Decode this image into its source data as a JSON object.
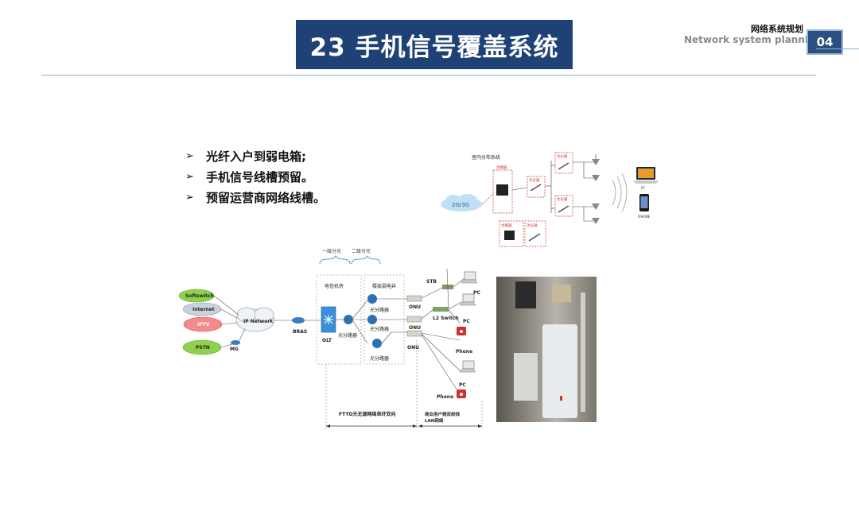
{
  "header": {
    "title": "23 手机信号覆盖系统",
    "section_cn": "网络系统规划",
    "section_en": "Network system planning",
    "page_number": "04"
  },
  "bullets": [
    {
      "marker": "➢",
      "text": "光纤入户到弱电箱;"
    },
    {
      "marker": "➢",
      "text": "手机信号线槽预留。"
    },
    {
      "marker": "➢",
      "text": "预留运营商网络线槽。"
    }
  ],
  "indoor_diagram": {
    "title": "室内分布系统",
    "cloud_label": "2G/3G",
    "repeater_label": "合路器",
    "splitter_labels": [
      "功分器",
      "功分器",
      "功分器",
      "功分器",
      "合路器",
      "功分器"
    ],
    "device_labels": [
      "PC",
      "IPHONE"
    ]
  },
  "network_diagram": {
    "level_labels": [
      "一级分光",
      "二级分光"
    ],
    "room_labels": [
      "电信机房",
      "楼层弱电井"
    ],
    "sources": [
      "Softswitch",
      "Internet",
      "IPTV",
      "PSTN"
    ],
    "ip_network": "IP Network",
    "bras": "BRAS",
    "mg": "MG",
    "olt": "OLT",
    "splitter": "光分路器",
    "splitters_right": [
      "光分路器",
      "光分路器",
      "光分路器"
    ],
    "onu_labels": [
      "ONU",
      "ONU",
      "ONU"
    ],
    "stb": "STB",
    "l2_switch": "L2 Switch",
    "pc_labels": [
      "PC",
      "PC",
      "PC"
    ],
    "phone_labels": [
      "Phone",
      "Phone"
    ],
    "bottom_left": "FTTO光无源网络单纤双向",
    "bottom_right_1": "商业用户侧双绞线",
    "bottom_right_2": "LAN网络"
  },
  "colors": {
    "title_bg": "#1e4176",
    "softswitch": "#8fd14f",
    "internet": "#c9d2dc",
    "iptv": "#f28b8b",
    "pstn": "#8fd14f",
    "ip_network": "#eef3f8",
    "olt": "#3b8fd9"
  }
}
